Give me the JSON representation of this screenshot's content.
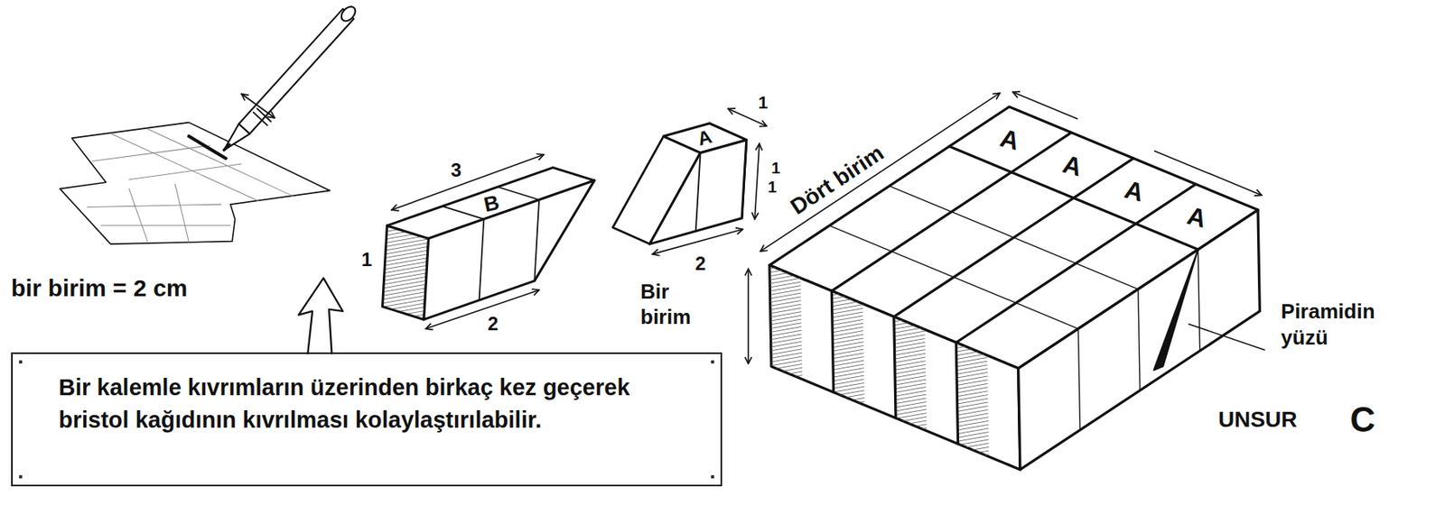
{
  "diagram": {
    "nodes": [
      {
        "text": [
          "Bir kalemle kıvrımların üzerinden birkaç kez geçerek bristol kağıdının kıvrılması kolaylaştırılabilir."
        ]
      }
    ],
    "labels": [
      "bir birim = 2 cm",
      "3",
      "B",
      "1",
      "2",
      "A",
      "1",
      "1",
      "1",
      "2",
      "Dört birim",
      "Bir birim",
      "A",
      "A",
      "A",
      "A",
      "Piramidin yüzü",
      "UNSUR",
      "C"
    ]
  }
}
